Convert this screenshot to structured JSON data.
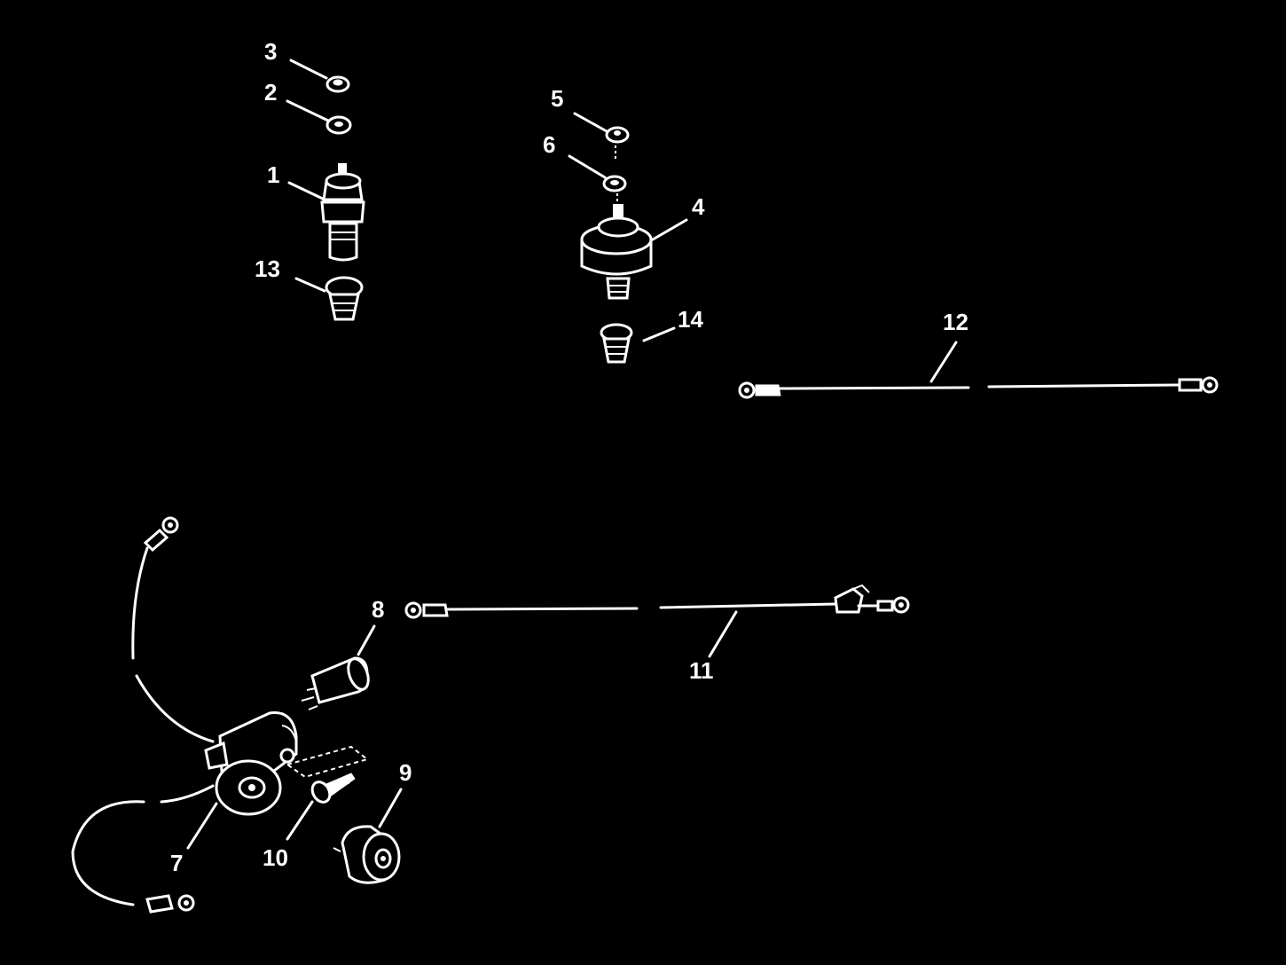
{
  "diagram": {
    "background": "#000000",
    "foreground": "#ffffff",
    "callouts": [
      {
        "id": "1",
        "label": "1"
      },
      {
        "id": "2",
        "label": "2"
      },
      {
        "id": "3",
        "label": "3"
      },
      {
        "id": "4",
        "label": "4"
      },
      {
        "id": "5",
        "label": "5"
      },
      {
        "id": "6",
        "label": "6"
      },
      {
        "id": "7",
        "label": "7"
      },
      {
        "id": "8",
        "label": "8"
      },
      {
        "id": "9",
        "label": "9"
      },
      {
        "id": "10",
        "label": "10"
      },
      {
        "id": "11",
        "label": "11"
      },
      {
        "id": "12",
        "label": "12"
      },
      {
        "id": "13",
        "label": "13"
      },
      {
        "id": "14",
        "label": "14"
      }
    ]
  }
}
